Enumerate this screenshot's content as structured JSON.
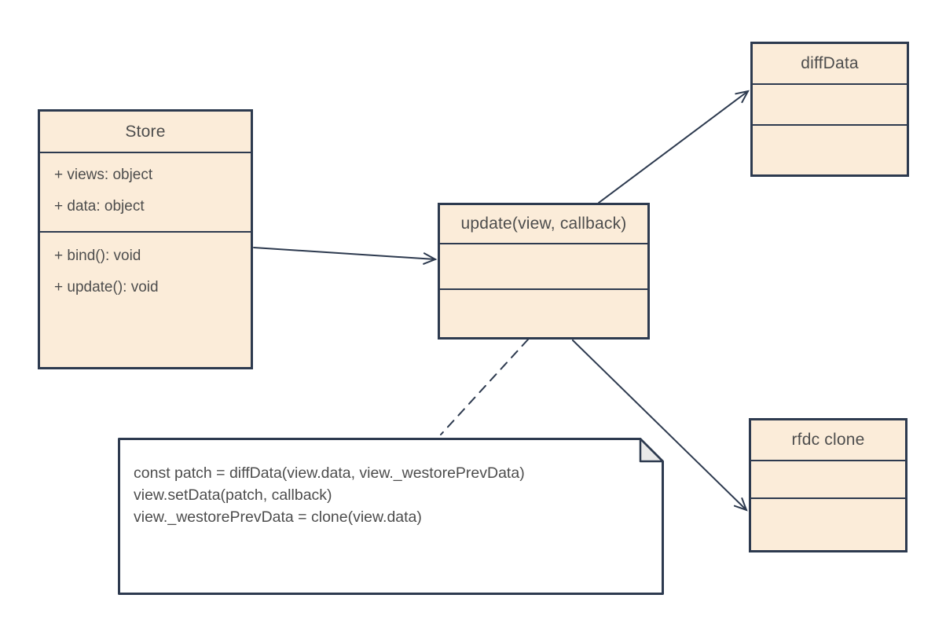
{
  "diagram": {
    "store": {
      "title": "Store",
      "attributes": [
        "+ views: object",
        "+ data: object"
      ],
      "methods": [
        "+ bind(): void",
        "+ update(): void"
      ]
    },
    "update_node": {
      "title": "update(view, callback)"
    },
    "diff_data_node": {
      "title": "diffData"
    },
    "rfdc_clone_node": {
      "title": "rfdc clone"
    },
    "note": {
      "lines": [
        "const patch = diffData(view.data, view._westorePrevData)",
        "view.setData(patch, callback)",
        "view._westorePrevData = clone(view.data)"
      ]
    },
    "connectors": [
      {
        "from": "Store",
        "to": "update(view, callback)",
        "style": "solid",
        "arrowhead": "open"
      },
      {
        "from": "update(view, callback)",
        "to": "diffData",
        "style": "solid",
        "arrowhead": "open"
      },
      {
        "from": "update(view, callback)",
        "to": "rfdc clone",
        "style": "solid",
        "arrowhead": "open"
      },
      {
        "from": "update(view, callback)",
        "to": "note",
        "style": "dashed",
        "arrowhead": "none"
      }
    ],
    "colors": {
      "box_fill": "#fbecd9",
      "box_border": "#2d3a4f",
      "note_fill": "#ffffff",
      "note_fold_fill": "#e9e9e9",
      "text": "#4d4d4d",
      "background": "#ffffff"
    }
  }
}
